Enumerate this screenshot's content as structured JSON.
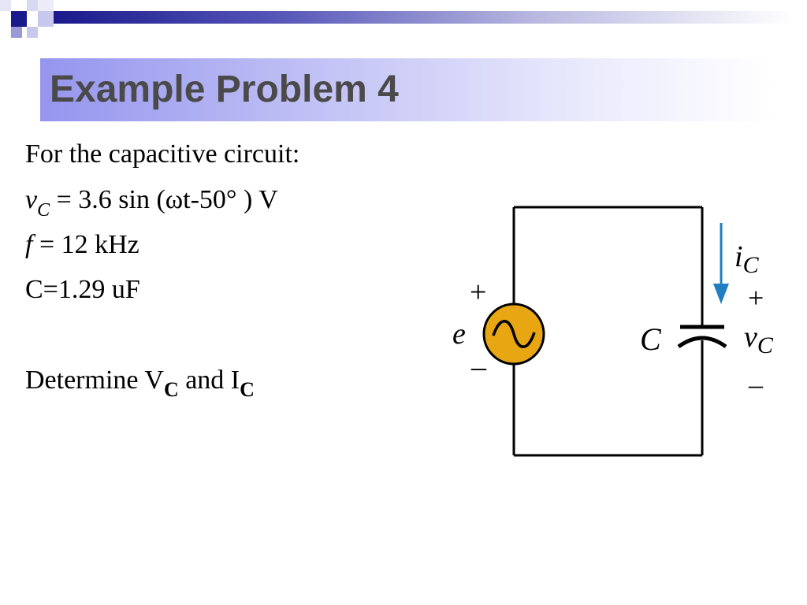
{
  "slide": {
    "title": "Example Problem 4"
  },
  "problem": {
    "line1": "For the capacitive circuit:",
    "vc_var": "v",
    "vc_sub": "C",
    "vc_rest": " = 3.6 sin (ωt-50°  ) V",
    "f_var": "f",
    "f_rest": " = 12 kHz",
    "c_line": "C=1.29 uF",
    "determine_a": "Determine V",
    "determine_sub1": "C",
    "determine_b": " and I",
    "determine_sub2": "C"
  },
  "circuit": {
    "source_plus": "+",
    "source_minus": "–",
    "source_label": "e",
    "cap_label": "C",
    "current_label": "i",
    "current_sub": "C",
    "voltage_label": "v",
    "voltage_sub": "C",
    "cap_plus": "+",
    "cap_minus": "–",
    "colors": {
      "wire": "#000000",
      "source_fill": "#e7a612",
      "arrow": "#1f7fc0",
      "cap_plate": "#000000"
    }
  }
}
